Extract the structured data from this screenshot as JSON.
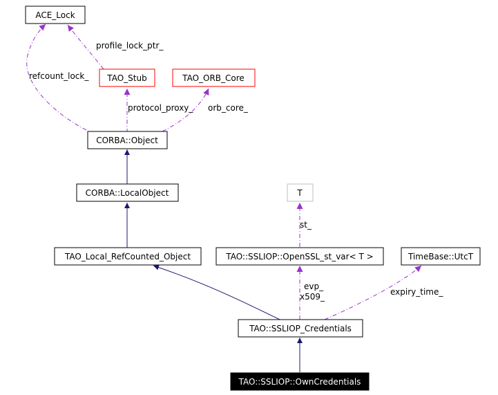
{
  "colors": {
    "inherit_edge": "#191970",
    "usage_edge": "#9a32cd",
    "box_border_default": "#000000",
    "box_border_undocumented": "#ff0000",
    "box_border_template": "#bfbfbf",
    "focus_fill": "#000000",
    "focus_text": "#ffffff"
  },
  "nodes": {
    "ace_lock": "ACE_Lock",
    "tao_stub": "TAO_Stub",
    "tao_orb_core": "TAO_ORB_Core",
    "corba_object": "CORBA::Object",
    "corba_local_object": "CORBA::LocalObject",
    "tao_local_refcounted_object": "TAO_Local_RefCounted_Object",
    "template_t": "T",
    "openssl_st_var": "TAO::SSLIOP::OpenSSL_st_var< T >",
    "utct": "TimeBase::UtcT",
    "ssliop_credentials": "TAO::SSLIOP_Credentials",
    "own_credentials": "TAO::SSLIOP::OwnCredentials"
  },
  "edge_labels": {
    "profile_lock_ptr": "profile_lock_ptr_",
    "refcount_lock": "refcount_lock_",
    "protocol_proxy": "protocol_proxy_",
    "orb_core": "orb_core_",
    "st": "st_",
    "evp": "evp_",
    "x509": "x509_",
    "expiry_time": "expiry_time_"
  }
}
